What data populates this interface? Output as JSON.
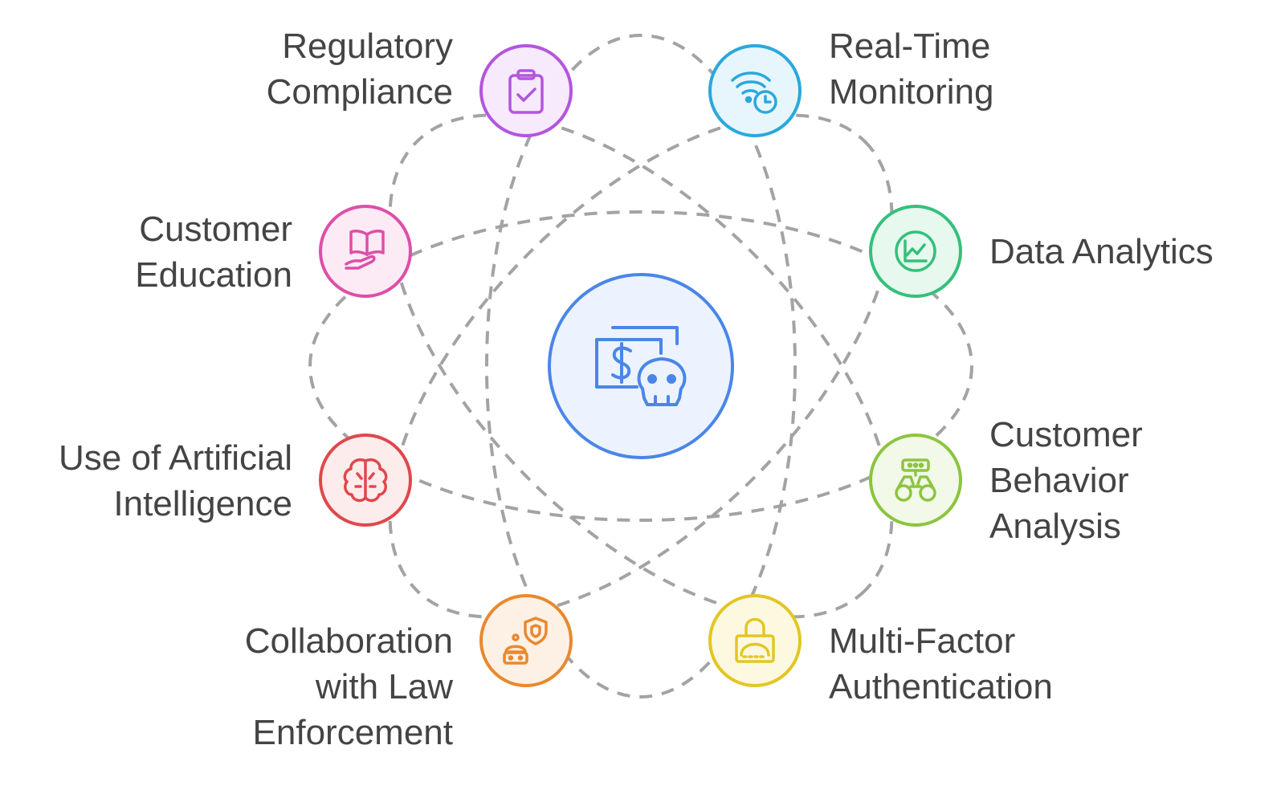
{
  "center": {
    "icon": "money-skull-icon",
    "color": "#4a86e8",
    "fill": "#ecf3fe"
  },
  "nodes": [
    {
      "id": "regulatory",
      "icon": "clipboard-check-icon",
      "color": "#b455dd",
      "fill": "#f6eafc",
      "lines": [
        "Regulatory",
        "Compliance"
      ]
    },
    {
      "id": "realtime",
      "icon": "wifi-clock-icon",
      "color": "#2aa8dc",
      "fill": "#e7f6fc",
      "lines": [
        "Real-Time",
        "Monitoring"
      ]
    },
    {
      "id": "customer-education",
      "icon": "book-hand-icon",
      "color": "#dd4fa8",
      "fill": "#fcebf5",
      "lines": [
        "Customer",
        "Education"
      ]
    },
    {
      "id": "data-analytics",
      "icon": "chart-line-icon",
      "color": "#35c07b",
      "fill": "#e7f8ef",
      "lines": [
        "Data Analytics"
      ]
    },
    {
      "id": "ai",
      "icon": "brain-icon",
      "color": "#e0474c",
      "fill": "#fcecec",
      "lines": [
        "Use of Artificial",
        "Intelligence"
      ]
    },
    {
      "id": "behavior",
      "icon": "binoculars-icon",
      "color": "#8cc540",
      "fill": "#f2f9e8",
      "lines": [
        "Customer",
        "Behavior",
        "Analysis"
      ]
    },
    {
      "id": "law",
      "icon": "robot-shield-icon",
      "color": "#e8892e",
      "fill": "#fdf1e6",
      "lines": [
        "Collaboration",
        "with Law",
        "Enforcement"
      ]
    },
    {
      "id": "mfa",
      "icon": "lock-icon",
      "color": "#e3c623",
      "fill": "#fdf9e1",
      "lines": [
        "Multi-Factor",
        "Authentication"
      ]
    }
  ]
}
